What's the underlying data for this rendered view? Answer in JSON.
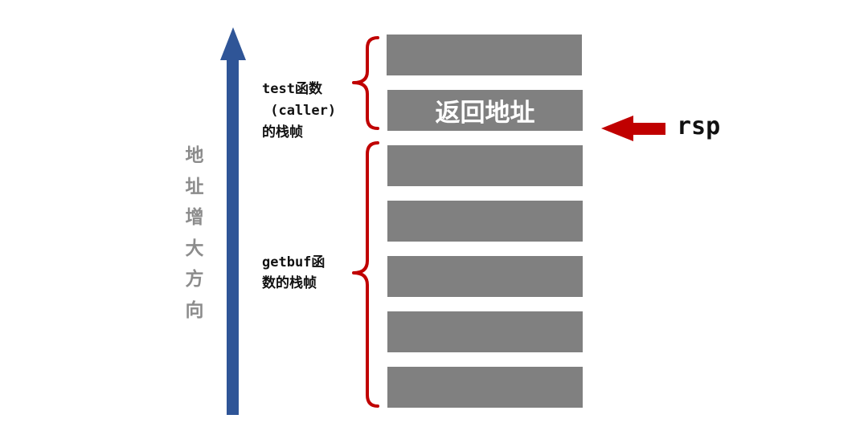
{
  "direction_label": [
    "地",
    "址",
    "增",
    "大",
    "方",
    "向"
  ],
  "stack": {
    "blocks": [
      {
        "label": ""
      },
      {
        "label": "返回地址"
      },
      {
        "label": ""
      },
      {
        "label": ""
      },
      {
        "label": ""
      },
      {
        "label": ""
      },
      {
        "label": ""
      }
    ]
  },
  "frames": {
    "test": {
      "line1": "test函数",
      "line2": " (caller)",
      "line3": "的栈帧"
    },
    "getbuf": {
      "line1": "getbuf函",
      "line2": "数的栈帧"
    }
  },
  "pointer": {
    "label": "rsp"
  },
  "colors": {
    "arrow_up": "#2f5597",
    "brace": "#c00000",
    "pointer_arrow": "#c00000",
    "block": "#808080",
    "direction_text": "#8c8c8c"
  }
}
